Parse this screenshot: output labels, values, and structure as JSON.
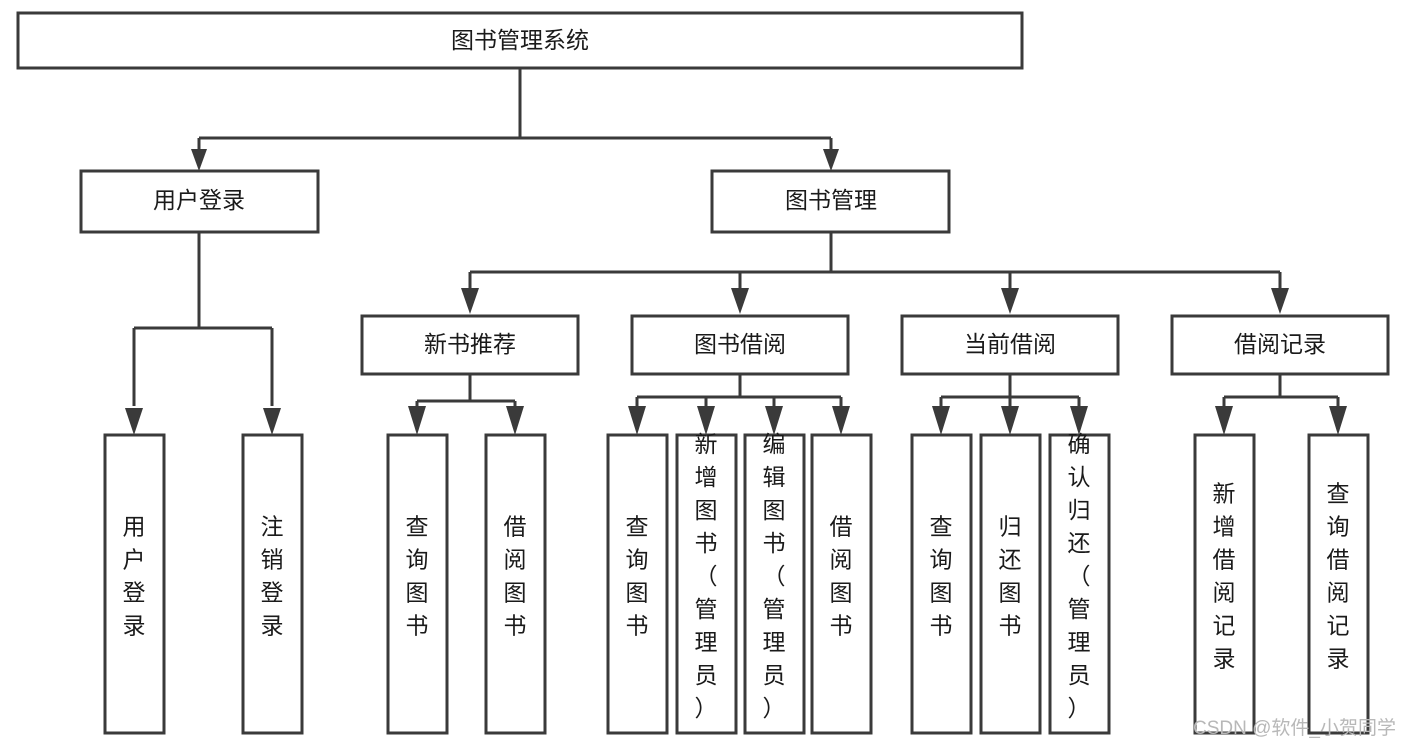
{
  "diagram": {
    "type": "tree-hierarchy",
    "title": "图书管理系统",
    "orientation": "top-down",
    "colors": {
      "box_stroke": "#3a3a3a",
      "box_fill": "#ffffff",
      "connector": "#3a3a3a",
      "text": "#1a1a1a",
      "watermark": "#b8b8b8",
      "background": "#ffffff"
    },
    "root": {
      "label": "图书管理系统"
    },
    "level2": [
      {
        "label": "用户登录"
      },
      {
        "label": "图书管理"
      }
    ],
    "level3": [
      {
        "label": "新书推荐"
      },
      {
        "label": "图书借阅"
      },
      {
        "label": "当前借阅"
      },
      {
        "label": "借阅记录"
      }
    ],
    "leaves": {
      "user_login": [
        {
          "label": "用户登录"
        },
        {
          "label": "注销登录"
        }
      ],
      "new_book": [
        {
          "label": "查询图书"
        },
        {
          "label": "借阅图书"
        }
      ],
      "book_borrow": [
        {
          "label": "查询图书"
        },
        {
          "label": "新增图书（管理员）"
        },
        {
          "label": "编辑图书（管理员）"
        },
        {
          "label": "借阅图书"
        }
      ],
      "current_borrow": [
        {
          "label": "查询图书"
        },
        {
          "label": "归还图书"
        },
        {
          "label": "确认归还（管理员）"
        }
      ],
      "borrow_record": [
        {
          "label": "新增借阅记录"
        },
        {
          "label": "查询借阅记录"
        }
      ]
    },
    "watermark": "CSDN @软件_小贺同学"
  }
}
